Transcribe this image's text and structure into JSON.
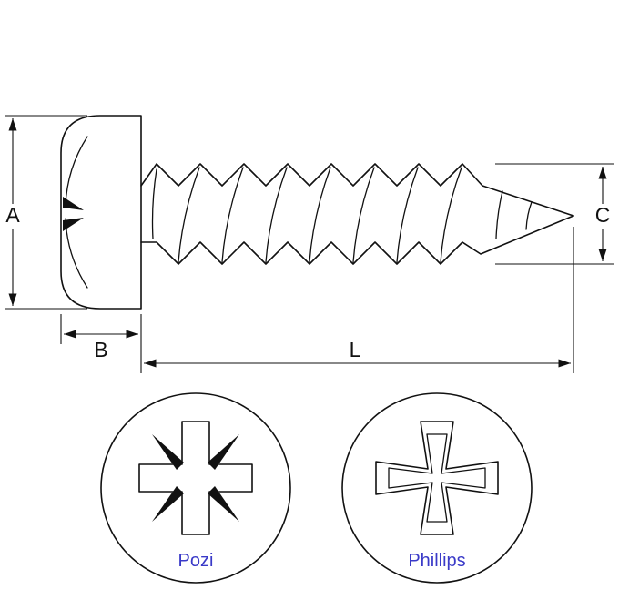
{
  "figure": {
    "labels": {
      "a": "A",
      "b": "B",
      "c": "C",
      "l": "L"
    },
    "drives": [
      {
        "label": "Pozi"
      },
      {
        "label": "Phillips"
      }
    ],
    "colors": {
      "line": "#111111",
      "drive_label": "#3a3ac8"
    }
  }
}
